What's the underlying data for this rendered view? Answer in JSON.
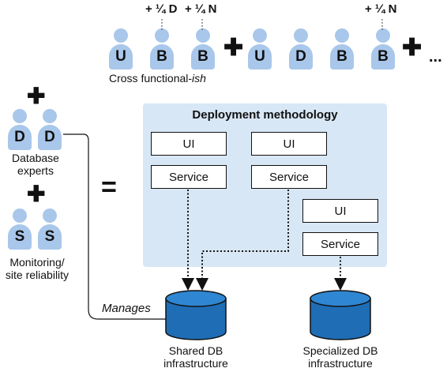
{
  "team_top": {
    "members": [
      "U",
      "B",
      "B",
      "U",
      "D",
      "B",
      "B"
    ],
    "fractions": [
      "+ ¼ D",
      "+ ¼ N",
      "+ ¼ N"
    ],
    "ellipsis": "...",
    "caption_main": "Cross functional-",
    "caption_italic": "ish"
  },
  "left_groups": {
    "db_members": [
      "D",
      "D"
    ],
    "db_caption": [
      "Database",
      "experts"
    ],
    "sre_members": [
      "S",
      "S"
    ],
    "sre_caption": [
      "Monitoring/",
      "site reliability"
    ]
  },
  "equals": "=",
  "panel": {
    "title": "Deployment methodology",
    "ui_label": "UI",
    "service_label": "Service"
  },
  "manages_label": "Manages",
  "databases": {
    "shared": [
      "Shared DB",
      "infrastructure"
    ],
    "specialized": [
      "Specialized DB",
      "infrastructure"
    ]
  },
  "colors": {
    "person": "#a8c7ea",
    "panel_bg": "#d8e7f5",
    "cylinder": "#1f6db5",
    "cylinder_top": "#2f86d2"
  }
}
